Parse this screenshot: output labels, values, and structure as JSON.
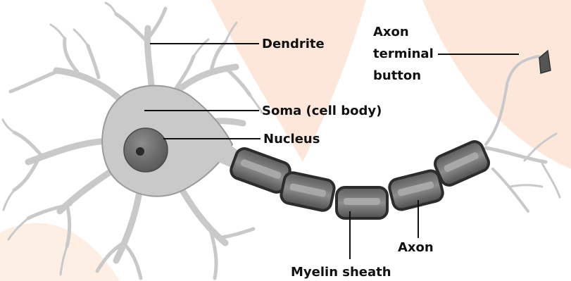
{
  "labels": {
    "dendrite": "Dendrite",
    "axon_terminal_line1": "Axon",
    "axon_terminal_line2": "terminal",
    "axon_terminal_line3": "button",
    "soma": "Soma (cell body)",
    "nucleus": "Nucleus",
    "axon": "Axon",
    "myelin_sheath": "Myelin sheath"
  },
  "colors": {
    "background": "#ffffff",
    "background_blush": "#fde3d3",
    "cell_body": "#c9c9c9",
    "cell_outline": "#8a8a8a",
    "nucleus": "#6d6d6d",
    "nucleolus": "#2a2a2a",
    "myelin": "#7b7b7b",
    "myelin_outline": "#2c2c2c",
    "label_text": "#111111"
  }
}
